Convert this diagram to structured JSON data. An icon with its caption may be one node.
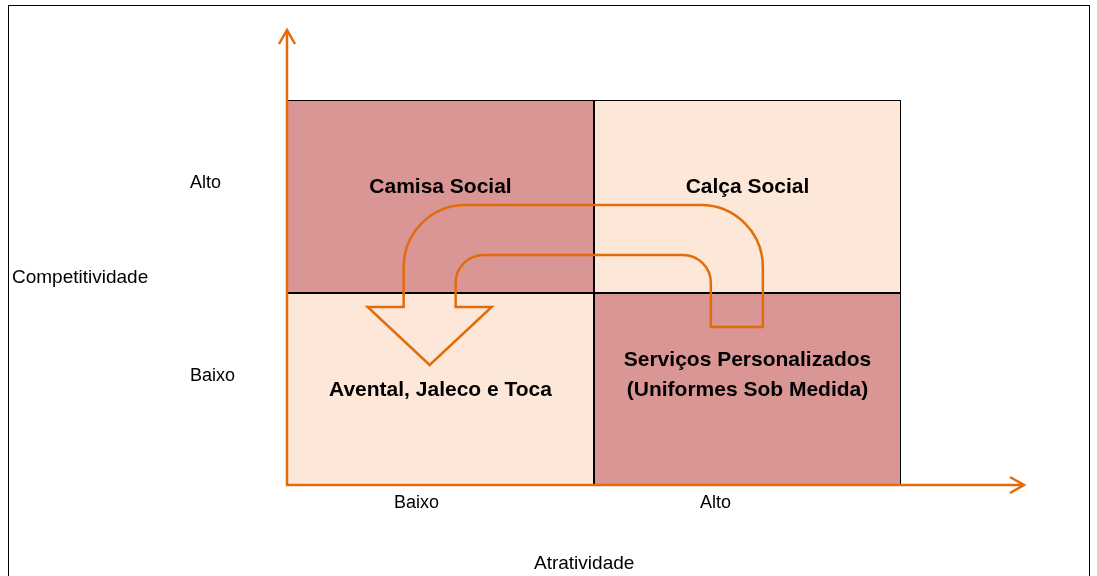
{
  "diagram": {
    "nodes": [
      {
        "text": [
          "Camisa Social"
        ]
      },
      {
        "text": [
          "Calça Social"
        ]
      },
      {
        "text": [
          "Avental, Jaleco e Toca"
        ]
      },
      {
        "text": [
          "Serviços Personalizados (Uniformes Sob Medida)"
        ]
      }
    ],
    "edges": [
      {
        "from": 3,
        "to": 2,
        "arrow": "to"
      }
    ],
    "labels": [
      "Alto",
      "Competitividade",
      "Baixo",
      "Baixo",
      "Alto",
      "Atratividade"
    ]
  }
}
